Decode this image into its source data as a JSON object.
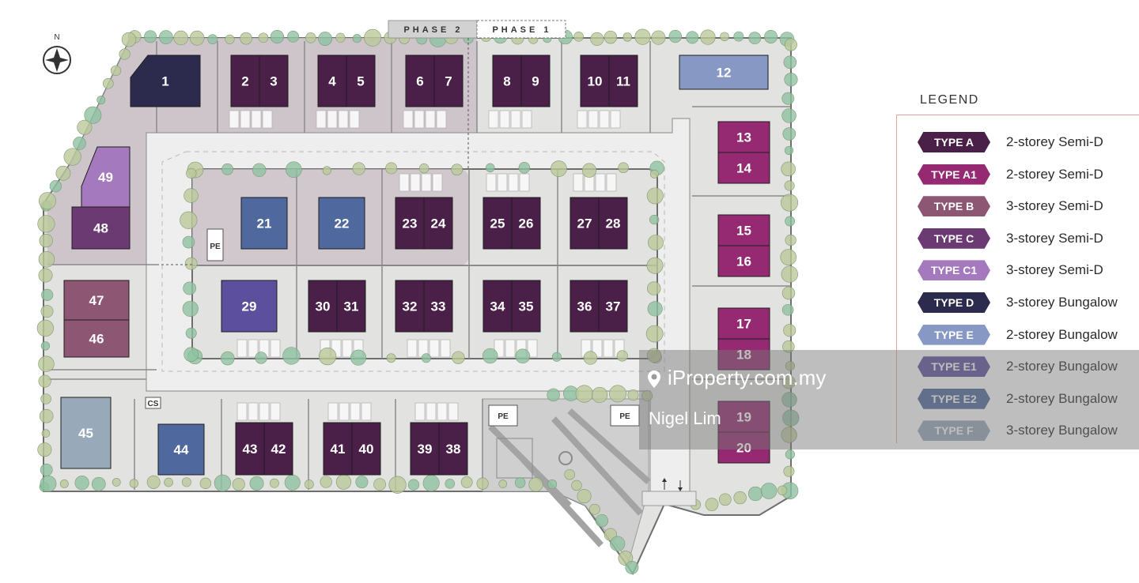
{
  "compass_label": "N",
  "phases": {
    "phase2": "PHASE 2",
    "phase1": "PHASE 1"
  },
  "facility_labels": {
    "pe": "PE",
    "cs": "CS"
  },
  "colors": {
    "type_a": "#4a1f48",
    "type_a1": "#962a72",
    "type_b": "#8d5673",
    "type_c": "#6b3a72",
    "type_c1": "#a479bd",
    "type_d": "#2c2b4e",
    "type_e": "#8798c4",
    "type_e1": "#5c4f9d",
    "type_e2": "#4f689e",
    "type_f": "#98aab9",
    "ground_phase2": "#c9bfc6",
    "ground_phase1": "#e2e2e0",
    "road": "#eeeeee",
    "tree": "#bcc89a",
    "tree_alt": "#8fc2a2",
    "wall": "#6e6e6e"
  },
  "lots": [
    {
      "label": "1",
      "type": "type_d"
    },
    {
      "label": "2",
      "type": "type_a"
    },
    {
      "label": "3",
      "type": "type_a"
    },
    {
      "label": "4",
      "type": "type_a"
    },
    {
      "label": "5",
      "type": "type_a"
    },
    {
      "label": "6",
      "type": "type_a"
    },
    {
      "label": "7",
      "type": "type_a"
    },
    {
      "label": "8",
      "type": "type_a"
    },
    {
      "label": "9",
      "type": "type_a"
    },
    {
      "label": "10",
      "type": "type_a"
    },
    {
      "label": "11",
      "type": "type_a"
    },
    {
      "label": "12",
      "type": "type_e"
    },
    {
      "label": "13",
      "type": "type_a1"
    },
    {
      "label": "14",
      "type": "type_a1"
    },
    {
      "label": "15",
      "type": "type_a1"
    },
    {
      "label": "16",
      "type": "type_a1"
    },
    {
      "label": "17",
      "type": "type_a1"
    },
    {
      "label": "18",
      "type": "type_a1"
    },
    {
      "label": "19",
      "type": "type_a1"
    },
    {
      "label": "20",
      "type": "type_a1"
    },
    {
      "label": "21",
      "type": "type_e2"
    },
    {
      "label": "22",
      "type": "type_e2"
    },
    {
      "label": "23",
      "type": "type_a"
    },
    {
      "label": "24",
      "type": "type_a"
    },
    {
      "label": "25",
      "type": "type_a"
    },
    {
      "label": "26",
      "type": "type_a"
    },
    {
      "label": "27",
      "type": "type_a"
    },
    {
      "label": "28",
      "type": "type_a"
    },
    {
      "label": "29",
      "type": "type_e1"
    },
    {
      "label": "30",
      "type": "type_a"
    },
    {
      "label": "31",
      "type": "type_a"
    },
    {
      "label": "32",
      "type": "type_a"
    },
    {
      "label": "33",
      "type": "type_a"
    },
    {
      "label": "34",
      "type": "type_a"
    },
    {
      "label": "35",
      "type": "type_a"
    },
    {
      "label": "36",
      "type": "type_a"
    },
    {
      "label": "37",
      "type": "type_a"
    },
    {
      "label": "38",
      "type": "type_a"
    },
    {
      "label": "39",
      "type": "type_a"
    },
    {
      "label": "40",
      "type": "type_a"
    },
    {
      "label": "41",
      "type": "type_a"
    },
    {
      "label": "42",
      "type": "type_a"
    },
    {
      "label": "43",
      "type": "type_a"
    },
    {
      "label": "44",
      "type": "type_e2"
    },
    {
      "label": "45",
      "type": "type_f"
    },
    {
      "label": "46",
      "type": "type_b"
    },
    {
      "label": "47",
      "type": "type_b"
    },
    {
      "label": "48",
      "type": "type_c"
    },
    {
      "label": "49",
      "type": "type_c1"
    }
  ],
  "legend": {
    "title": "LEGEND",
    "items": [
      {
        "tag": "TYPE A",
        "desc": "2-storey Semi-D",
        "color": "#4a1f48"
      },
      {
        "tag": "TYPE A1",
        "desc": "2-storey Semi-D",
        "color": "#962a72"
      },
      {
        "tag": "TYPE B",
        "desc": "3-storey Semi-D",
        "color": "#8d5673"
      },
      {
        "tag": "TYPE C",
        "desc": "3-storey Semi-D",
        "color": "#6b3a72"
      },
      {
        "tag": "TYPE C1",
        "desc": "3-storey Semi-D",
        "color": "#a479bd"
      },
      {
        "tag": "TYPE D",
        "desc": "3-storey Bungalow",
        "color": "#2c2b4e"
      },
      {
        "tag": "TYPE E",
        "desc": "2-storey Bungalow",
        "color": "#8798c4"
      },
      {
        "tag": "TYPE E1",
        "desc": "2-storey Bungalow",
        "color": "#5c4f9d"
      },
      {
        "tag": "TYPE E2",
        "desc": "2-storey Bungalow",
        "color": "#4f689e"
      },
      {
        "tag": "TYPE F",
        "desc": "3-storey Bungalow",
        "color": "#98aab9"
      }
    ]
  },
  "watermark": {
    "site": "iProperty.com.my",
    "agent": "Nigel Lim"
  }
}
